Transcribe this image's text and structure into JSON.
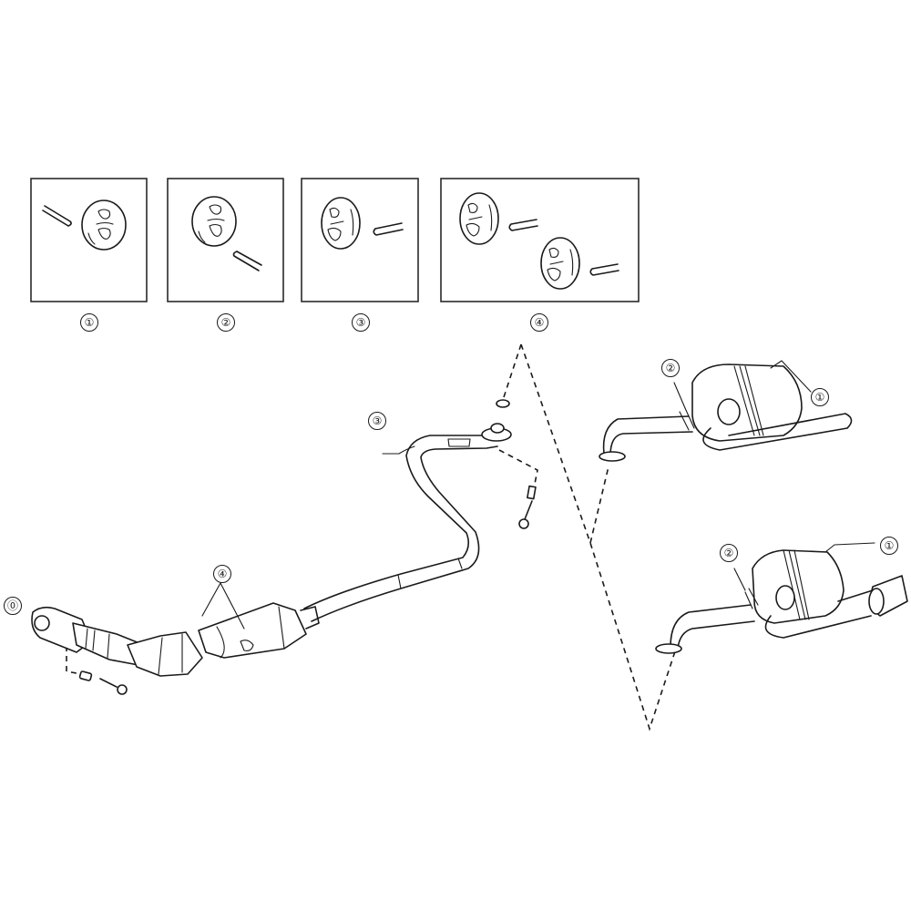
{
  "diagram": {
    "type": "exploded-parts-diagram",
    "subject": "exhaust system with rubber hangers",
    "hanger_panels": [
      {
        "label": "①",
        "description": "rubber hanger with rod, rod upper-left"
      },
      {
        "label": "②",
        "description": "rubber hanger with rod, rod lower-right"
      },
      {
        "label": "③",
        "description": "rubber hanger with rod, rod right"
      },
      {
        "label": "④",
        "description": "two rubber hangers with rods"
      }
    ],
    "callouts": {
      "front_pipe_hanger": "④",
      "center_pipe_hanger": "③",
      "gasket_front": "⓪",
      "muffler_a_hanger_1": "①",
      "muffler_a_hanger_2": "②",
      "muffler_b_hanger_1": "①",
      "muffler_b_hanger_2": "②"
    },
    "parts": [
      "front exhaust pipe with catalytic converters",
      "center exhaust pipe",
      "tail pipe / muffler (variant A)",
      "tail pipe / muffler (variant B, with tip)",
      "gasket",
      "bolt",
      "spring",
      "nut"
    ]
  }
}
